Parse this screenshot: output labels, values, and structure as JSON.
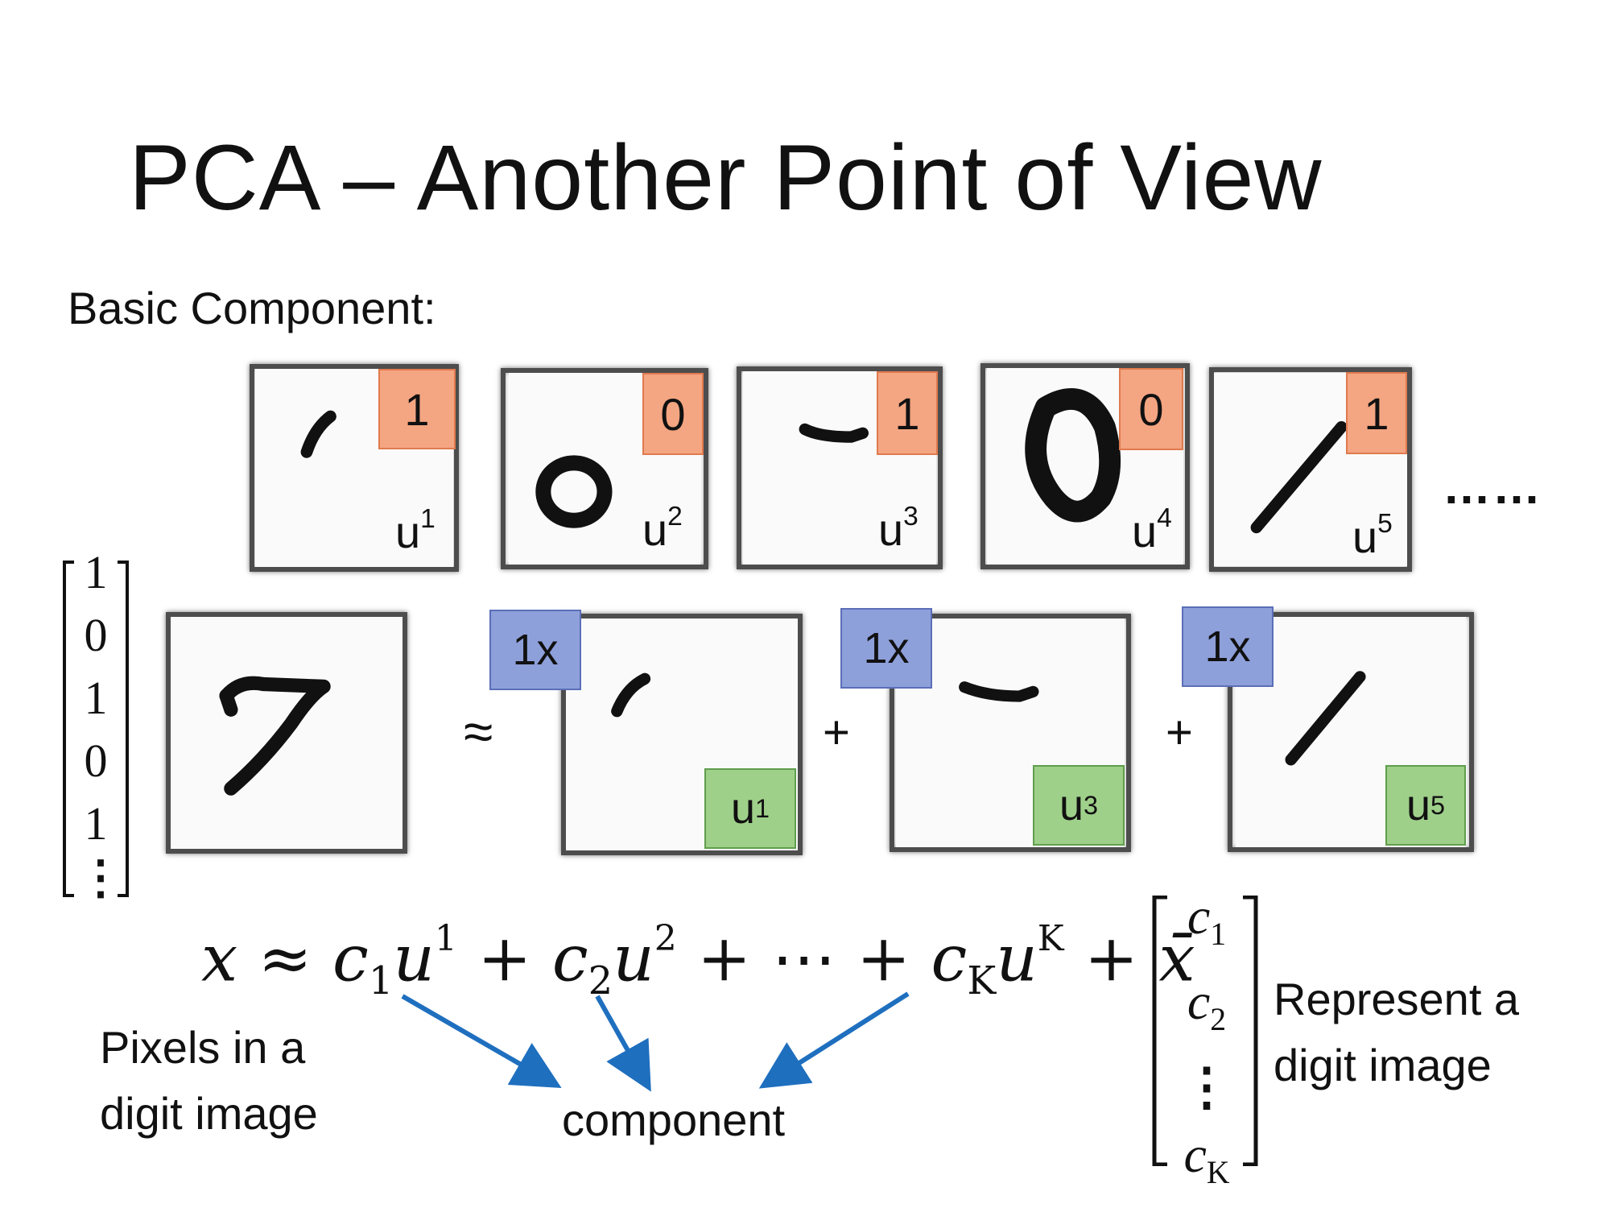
{
  "title": "PCA – Another Point of View",
  "basic_component_label": "Basic Component:",
  "top_row": [
    {
      "tag": "1",
      "label": "u",
      "sup": "1",
      "digit": "stroke-tl"
    },
    {
      "tag": "0",
      "label": "u",
      "sup": "2",
      "digit": "small-zero"
    },
    {
      "tag": "1",
      "label": "u",
      "sup": "3",
      "digit": "top-bar"
    },
    {
      "tag": "0",
      "label": "u",
      "sup": "4",
      "digit": "big-zero"
    },
    {
      "tag": "1",
      "label": "u",
      "sup": "5",
      "digit": "diagonal"
    }
  ],
  "ellipsis": "……",
  "column_vector": [
    "1",
    "0",
    "1",
    "0",
    "1",
    "⋮"
  ],
  "example_digit": "7",
  "approx_symbol": "≈",
  "plus_symbol": "+",
  "terms": [
    {
      "coef": "1x",
      "label": "u",
      "sup": "1"
    },
    {
      "coef": "1x",
      "label": "u",
      "sup": "3"
    },
    {
      "coef": "1x",
      "label": "u",
      "sup": "5"
    }
  ],
  "formula": {
    "x": "x",
    "approx": "≈",
    "c": "c",
    "u": "u",
    "sub1": "1",
    "sup1": "1",
    "sub2": "2",
    "sup2": "2",
    "dots": "⋯",
    "subK": "K",
    "supK": "K",
    "plus": "+",
    "xbar": "x̄"
  },
  "captions": {
    "pixels_line1": "Pixels in a",
    "pixels_line2": "digit image",
    "component": "component",
    "represent_line1": "Represent a",
    "represent_line2": "digit image"
  },
  "coef_vector": [
    {
      "c": "c",
      "sub": "1"
    },
    {
      "c": "c",
      "sub": "2"
    },
    {
      "c": "⋮",
      "sub": ""
    },
    {
      "c": "c",
      "sub": "K"
    }
  ],
  "colors": {
    "orange_tag": "#f4a582",
    "blue_tag": "#8ea0da",
    "green_tag": "#9fd08a",
    "arrow": "#1f6fbf"
  }
}
